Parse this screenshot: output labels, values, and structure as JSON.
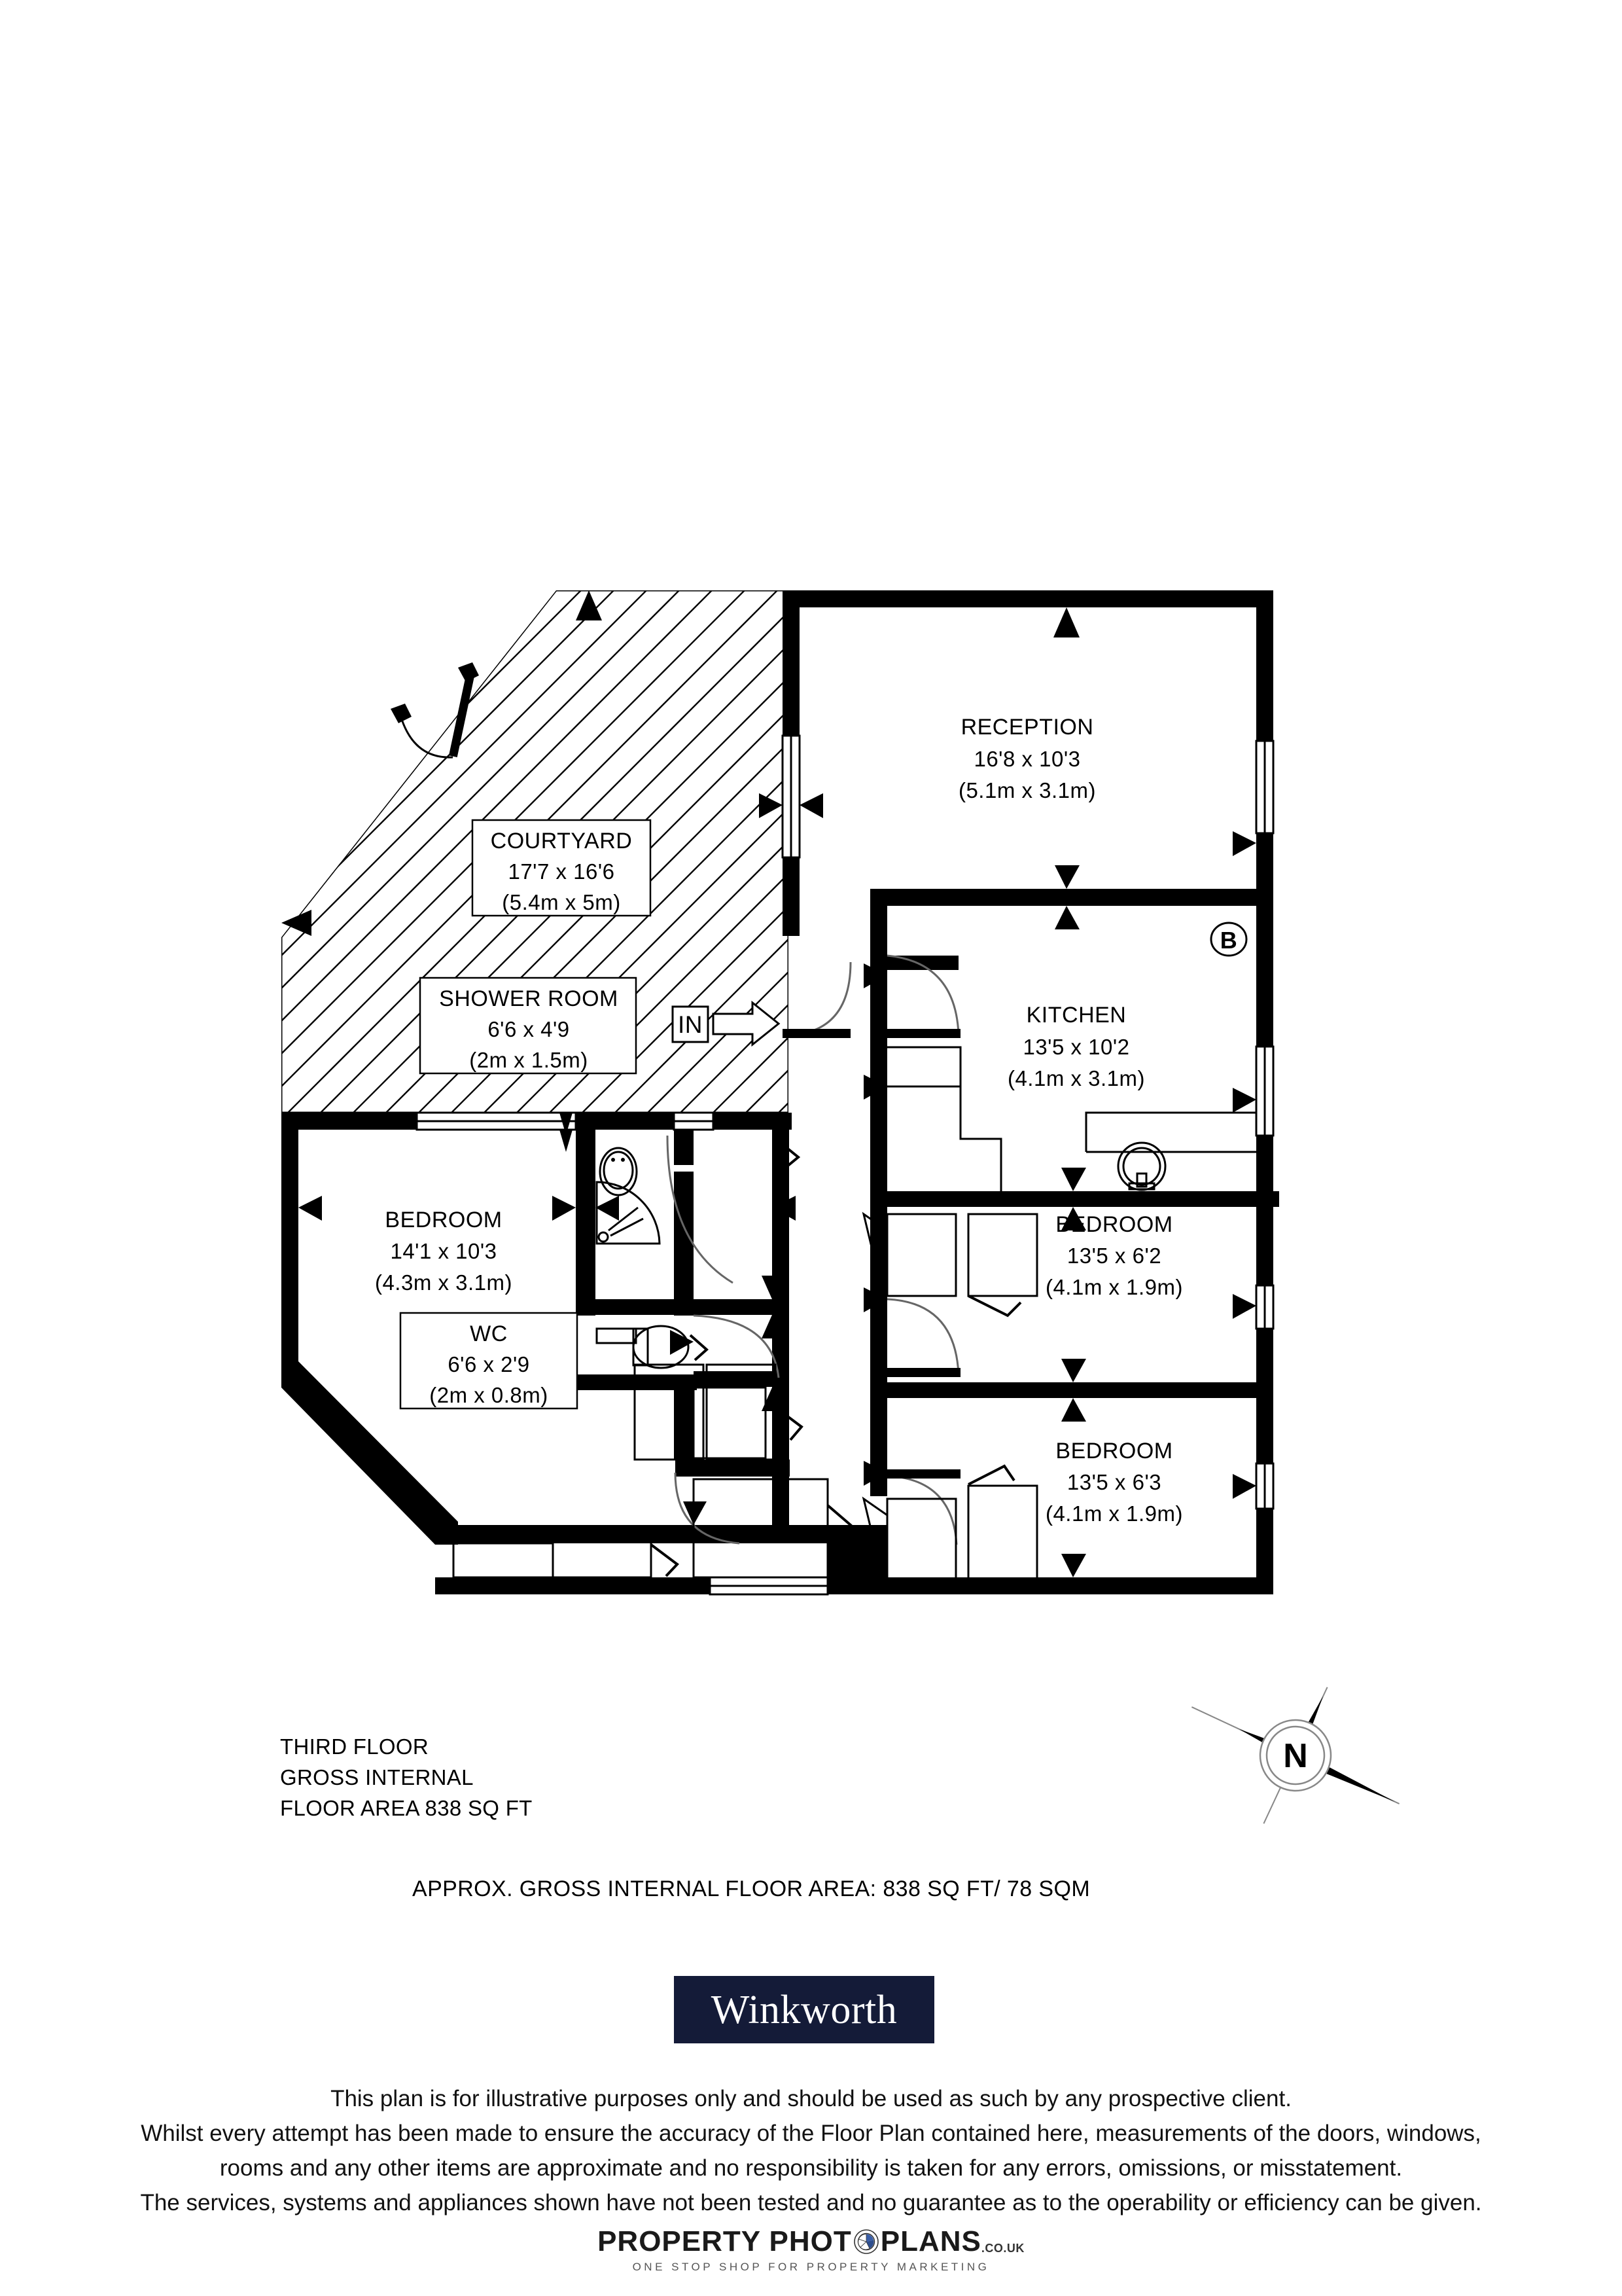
{
  "floorplan": {
    "title": "THIRD FLOOR",
    "rooms": [
      {
        "id": "courtyard",
        "name": "COURTYARD",
        "imperial": "17'7 x 16'6",
        "metric": "(5.4m x 5m)"
      },
      {
        "id": "shower-room",
        "name": "SHOWER ROOM",
        "imperial": "6'6 x 4'9",
        "metric": "(2m x 1.5m)"
      },
      {
        "id": "reception",
        "name": "RECEPTION",
        "imperial": "16'8 x 10'3",
        "metric": "(5.1m x 3.1m)"
      },
      {
        "id": "kitchen",
        "name": "KITCHEN",
        "imperial": "13'5 x 10'2",
        "metric": "(4.1m x 3.1m)"
      },
      {
        "id": "bedroom-main",
        "name": "BEDROOM",
        "imperial": "14'1 x 10'3",
        "metric": "(4.3m x 3.1m)"
      },
      {
        "id": "wc",
        "name": "WC",
        "imperial": "6'6 x 2'9",
        "metric": "(2m x 0.8m)"
      },
      {
        "id": "bedroom-middle",
        "name": "BEDROOM",
        "imperial": "13'5 x 6'2",
        "metric": "(4.1m x 1.9m)"
      },
      {
        "id": "bedroom-lower",
        "name": "BEDROOM",
        "imperial": "13'5 x 6'3",
        "metric": "(4.1m x 1.9m)"
      }
    ],
    "markers": {
      "entrance_label": "IN",
      "boiler_label": "B",
      "compass_label": "N"
    }
  },
  "info_block": {
    "line1": "THIRD FLOOR",
    "line2": "GROSS INTERNAL",
    "line3": "FLOOR AREA 838 SQ FT"
  },
  "approx_area": {
    "text": "APPROX. GROSS INTERNAL FLOOR AREA:   838 SQ FT/  78 SQM"
  },
  "branding": {
    "agent_name": "Winkworth",
    "agent_bg_color": "#141b38",
    "footer_logo_part1": "PROPERTY PHOT",
    "footer_logo_part2": "PLANS",
    "footer_logo_tld": ".CO.UK",
    "footer_logo_tagline": "ONE STOP SHOP FOR PROPERTY MARKETING"
  },
  "disclaimer": {
    "line1": "This plan is for illustrative purposes only and should be used as such by any prospective client.",
    "line2": "Whilst every attempt has been made to ensure the accuracy of the Floor Plan contained here, measurements of the doors, windows,",
    "line3": "rooms and any other items are approximate and no responsibility is taken for any errors, omissions, or misstatement.",
    "line4": "The services, systems and appliances shown have not been tested and no guarantee as to the operability or efficiency can be given."
  }
}
